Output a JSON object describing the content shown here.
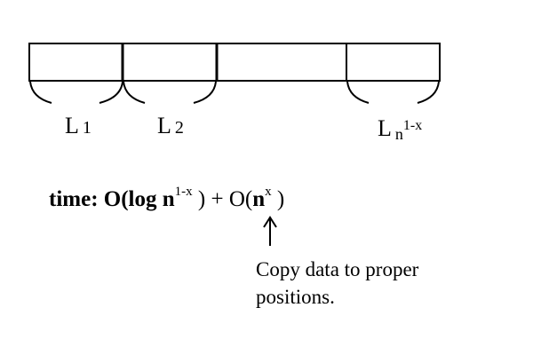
{
  "segments": [
    {
      "label": "L",
      "sub": "1",
      "sup": ""
    },
    {
      "label": "L",
      "sub": "2",
      "sup": ""
    },
    {
      "label": "L",
      "sub": "n",
      "sup": "1-x"
    }
  ],
  "formula": {
    "prefix": "time: O(log n",
    "exp1": "1-x",
    "middle": " ) + O(",
    "base2": "n",
    "exp2": "x",
    "suffix": " )"
  },
  "note": {
    "line1": "Copy data to proper",
    "line2": "positions."
  }
}
